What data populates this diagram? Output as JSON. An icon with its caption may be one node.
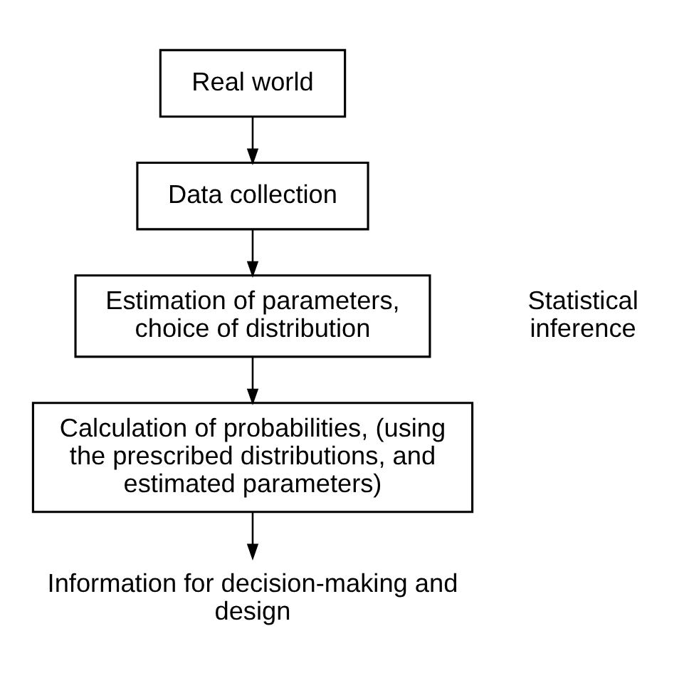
{
  "diagram": {
    "nodes": [
      {
        "text": [
          "Real world"
        ]
      },
      {
        "text": [
          "Data collection"
        ]
      },
      {
        "text": [
          "Estimation of parameters, choice of distribution"
        ],
        "beside": [
          "Statistical inference"
        ]
      },
      {
        "text": [
          "Calculation of probabilities, (using the prescribed distributions, and estimated parameters)"
        ]
      },
      {
        "text": [
          "Information for decision-making and design"
        ]
      }
    ],
    "edges": [
      {
        "from": 0,
        "to": 1,
        "arrow": "to"
      },
      {
        "from": 1,
        "to": 2,
        "arrow": "to"
      },
      {
        "from": 2,
        "to": 3,
        "arrow": "to"
      },
      {
        "from": 3,
        "to": 4,
        "arrow": "to"
      }
    ]
  }
}
